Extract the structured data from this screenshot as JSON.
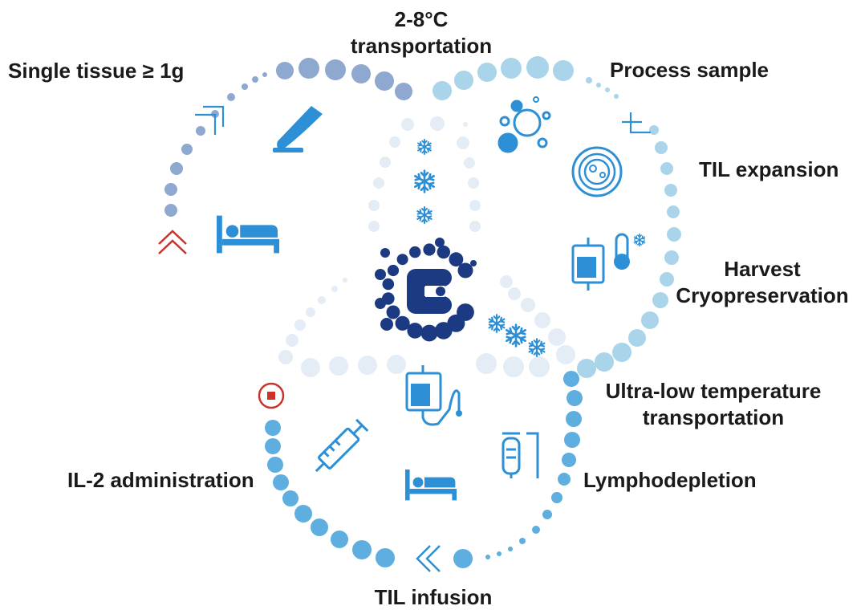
{
  "labels": {
    "transport_2_8": [
      "2-8°C",
      "transportation"
    ],
    "single_tissue": "Single tissue ≥ 1g",
    "process_sample": "Process sample",
    "til_expansion": "TIL expansion",
    "harvest": [
      "Harvest",
      "Cryopreservation"
    ],
    "ultra_low": [
      "Ultra-low temperature",
      "transportation"
    ],
    "lymphodepletion": "Lymphodepletion",
    "il2": "IL-2 administration",
    "til_infusion": "TIL infusion"
  },
  "icons": [
    "scalpel-icon",
    "hospital-bed-icon",
    "cells-icon",
    "petri-dish-icon",
    "cryo-bag-thermometer-icon",
    "snowflake-icon",
    "logo-icon",
    "infusion-bag-icon",
    "iv-drip-icon",
    "syringe-icon",
    "chevron-icon",
    "stop-icon"
  ],
  "colors": {
    "text": "#1a1a1a",
    "upper_left_dots": "#8fa8cf",
    "upper_right_dots": "#a9d4ea",
    "lower_dots": "#5eaee0",
    "icon_blue": "#2d8fd5",
    "logo_navy": "#1c3a82",
    "accent_red": "#c8342b",
    "pale_dots": "#e4ecf6"
  }
}
